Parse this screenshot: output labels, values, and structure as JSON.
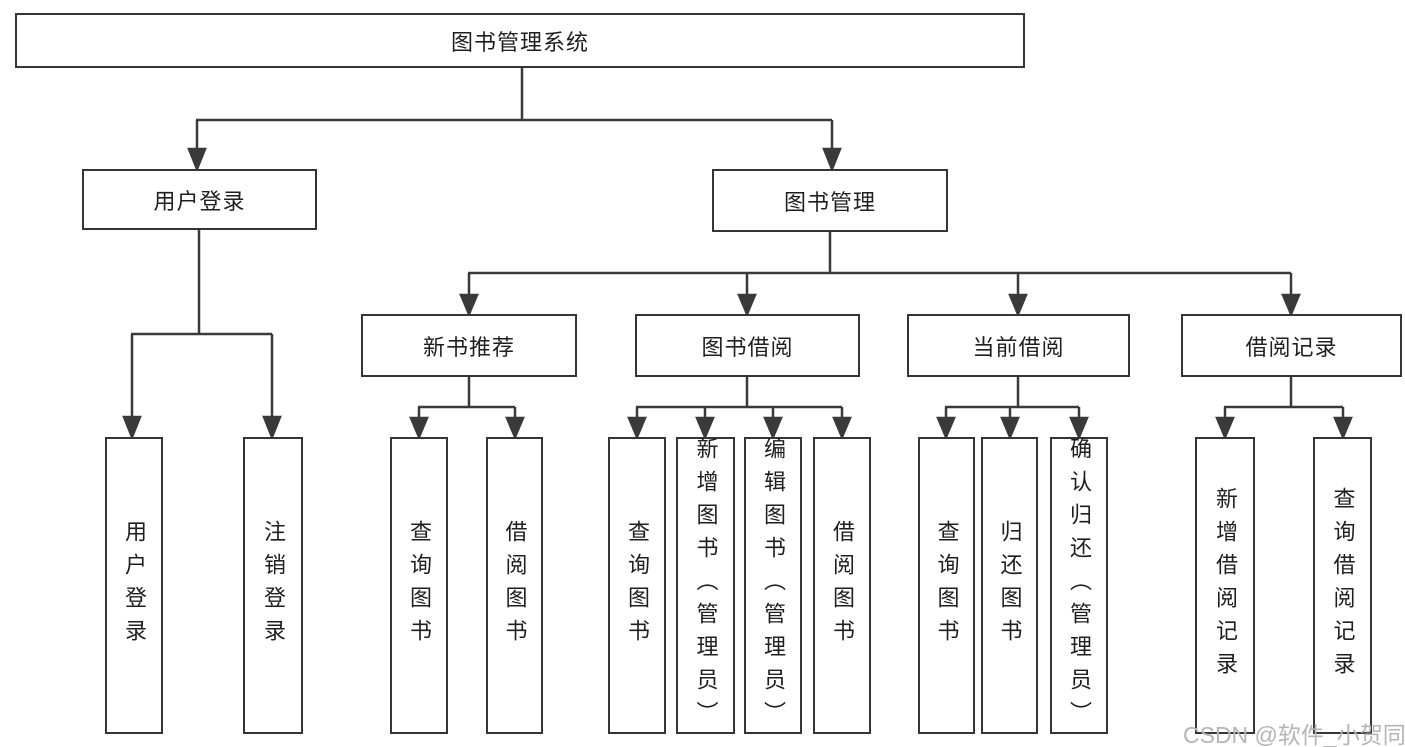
{
  "diagram": {
    "root": {
      "label": "图书管理系统"
    },
    "level2": [
      {
        "label": "用户登录"
      },
      {
        "label": "图书管理"
      }
    ],
    "level3": [
      {
        "label": "新书推荐"
      },
      {
        "label": "图书借阅"
      },
      {
        "label": "当前借阅"
      },
      {
        "label": "借阅记录"
      }
    ],
    "leaves": {
      "user_login": [
        "用户登录",
        "注销登录"
      ],
      "new_book": [
        "查询图书",
        "借阅图书"
      ],
      "borrowing": [
        "查询图书",
        "新增图书（管理员）",
        "编辑图书（管理员）",
        "借阅图书"
      ],
      "current": [
        "查询图书",
        "归还图书",
        "确认归还（管理员）"
      ],
      "records": [
        "新增借阅记录",
        "查询借阅记录"
      ]
    }
  },
  "watermark": {
    "text": "CSDN @软件_小贺同学"
  },
  "colors": {
    "line": "#3a3a3a",
    "border": "#353535",
    "text": "#1f1f1f",
    "watermark": "#b5b5b5",
    "background": "#ffffff"
  }
}
